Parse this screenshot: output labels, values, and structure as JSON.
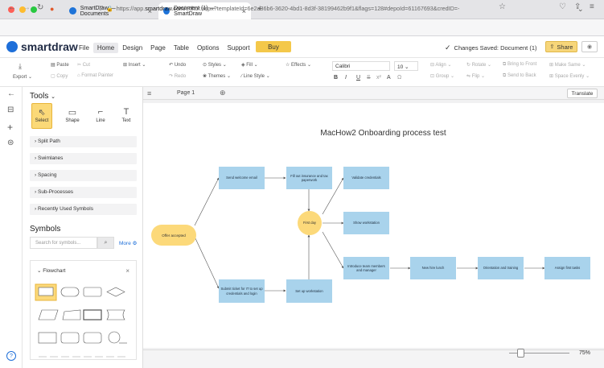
{
  "browser": {
    "tabs": [
      {
        "label": "SmartDraw — Documents"
      },
      {
        "label": "Document (1) — SmartDraw"
      }
    ],
    "url_prefix": "https://app.",
    "url_domain": "smartdraw.com",
    "url_rest": "/editor.aspx?templateId=6e2a36b6-3620-4bd1-8d3f-38199462b9f1&flags=128#depoId=61167693&credID=-"
  },
  "app": {
    "logo": "smartdraw",
    "menu": [
      "File",
      "Home",
      "Design",
      "Page",
      "Table",
      "Options",
      "Support"
    ],
    "active_menu": "Home",
    "buy_label": "Buy",
    "saved_status": "Changes Saved: Document (1)",
    "share_label": "Share"
  },
  "ribbon": {
    "export": "Export",
    "paste": "Paste",
    "cut": "Cut",
    "copy": "Copy",
    "format_painter": "Format Painter",
    "insert": "Insert",
    "undo": "Undo",
    "redo": "Redo",
    "styles": "Styles",
    "themes": "Themes",
    "fill": "Fill",
    "line_style": "Line Style",
    "effects": "Effects",
    "font": "Calibri",
    "font_size": "10",
    "align": "Align",
    "group": "Group",
    "rotate": "Rotate",
    "flip": "Flip",
    "bring_to_front": "Bring to Front",
    "send_to_back": "Send to Back",
    "make_same": "Make Same",
    "space_evenly": "Space Evenly",
    "format_glyphs": [
      "B",
      "I",
      "U",
      "S",
      "x²",
      "A",
      "Ω"
    ]
  },
  "tools": {
    "title": "Tools",
    "items": [
      "Select",
      "Shape",
      "Line",
      "Text"
    ],
    "sections": [
      "Split Path",
      "Swimlanes",
      "Spacing",
      "Sub-Processes",
      "Recently Used Symbols"
    ]
  },
  "symbols": {
    "title": "Symbols",
    "search_placeholder": "Search for symbols...",
    "more": "More",
    "library": "Flowchart"
  },
  "canvas": {
    "page_tab": "Page 1",
    "translate": "Translate",
    "zoom": "75%",
    "diagram_title": "MacHow2 Onboarding process test",
    "nodes": {
      "offer": "Offer accepted",
      "welcome": "Send welcome email",
      "ticket": "Submit ticket for IT to set up credentials and login",
      "insurance": "Fill out insurance and tax paperwork",
      "workstation_setup": "Set up workstation",
      "first_day": "First day",
      "validate": "Validate credentials",
      "show_ws": "Show workstation",
      "introduce": "Introduce team members and manager",
      "lunch": "New hire lunch",
      "orientation": "Orientation and training",
      "assign": "Assign first tasks"
    }
  }
}
